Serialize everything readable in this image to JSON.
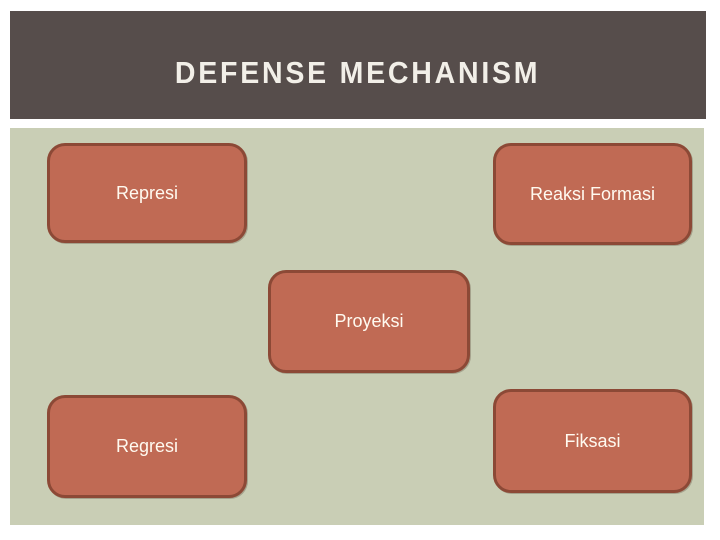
{
  "slide": {
    "title": "DEFENSE MECHANISM",
    "boxes": [
      {
        "id": "represi",
        "label": "Represi"
      },
      {
        "id": "reaksi-formasi",
        "label": "Reaksi Formasi"
      },
      {
        "id": "proyeksi",
        "label": "Proyeksi"
      },
      {
        "id": "regresi",
        "label": "Regresi"
      },
      {
        "id": "fiksasi",
        "label": "Fiksasi"
      }
    ],
    "colors": {
      "page_bg": "#FFFFFF",
      "header_bg": "#564D4B",
      "header_text": "#F2EFE8",
      "body_bg": "#C9CEB5",
      "box_fill": "#C06A54",
      "box_border": "#8C4936",
      "box_text": "#FFFAF0"
    }
  }
}
